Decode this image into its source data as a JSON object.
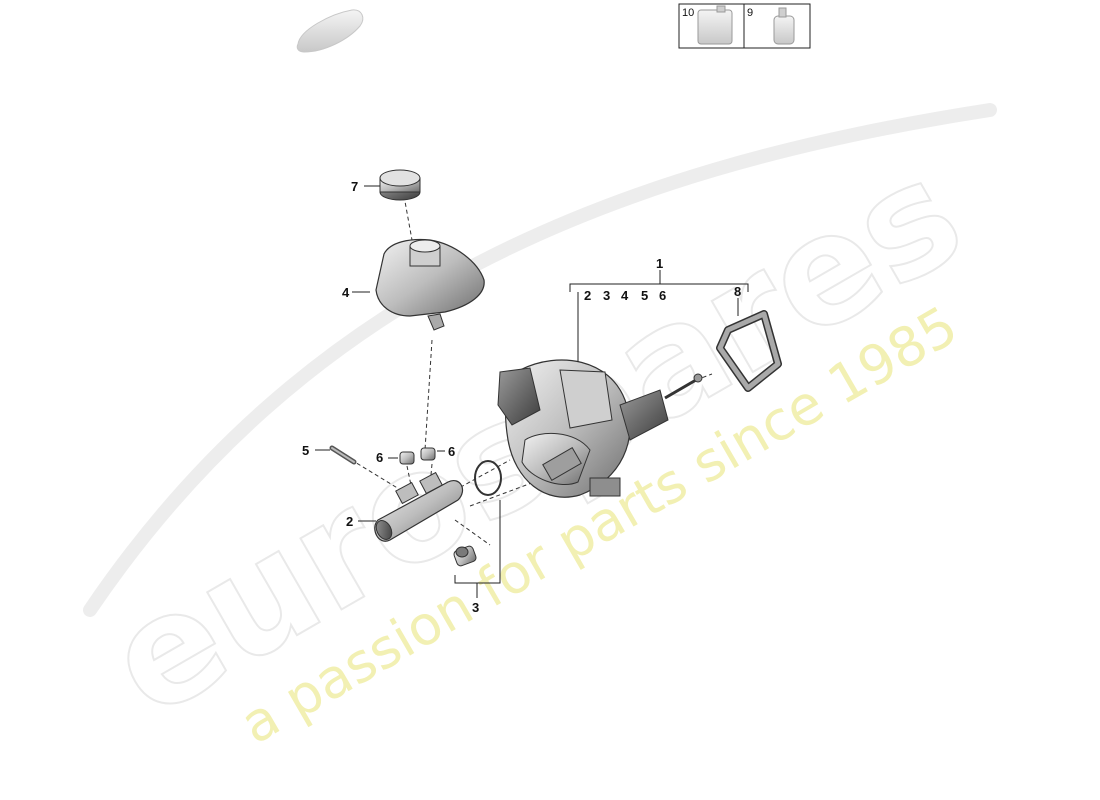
{
  "watermark": {
    "brand": "eurospares",
    "tagline": "a passion for parts since 1985"
  },
  "fluids_box": {
    "left_number": "10",
    "right_number": "9",
    "left_icon": "fluid-canister-icon",
    "right_icon": "fluid-bottle-icon"
  },
  "callouts": {
    "c1": "1",
    "c2": "2",
    "c3": "3",
    "c4": "4",
    "c5": "5",
    "c6a": "6",
    "c6b": "6",
    "c7": "7",
    "c8": "8",
    "group": [
      "2",
      "3",
      "4",
      "5",
      "6"
    ]
  },
  "colors": {
    "part_fill": "#dcdcdc",
    "part_stroke": "#333333",
    "watermark_outline": "#e6e6e6",
    "watermark_tag": "#f0eeb0"
  }
}
